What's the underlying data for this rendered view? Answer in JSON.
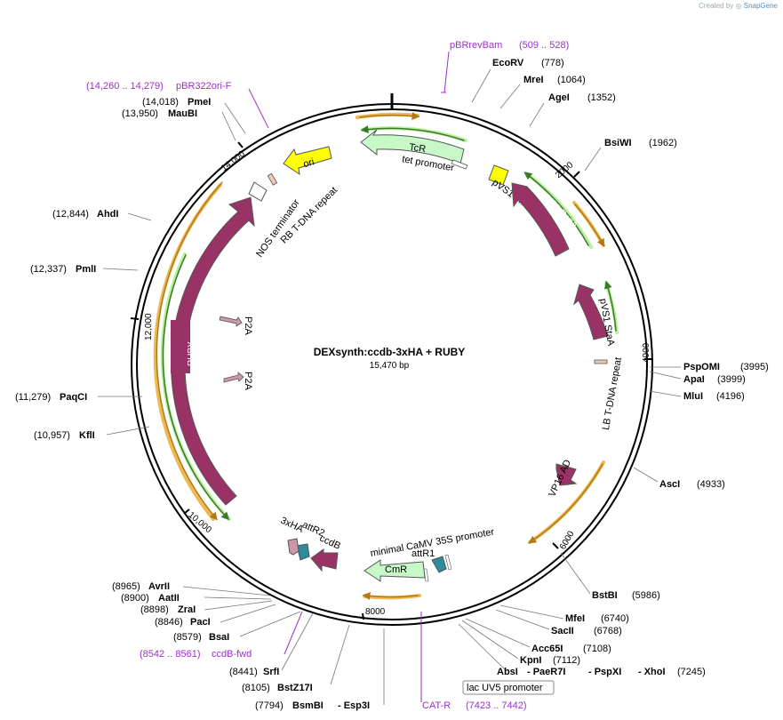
{
  "credit": {
    "prefix": "Created by",
    "brand": "SnapGene"
  },
  "plasmid": {
    "name": "DEXsynth:ccdb-3xHA + RUBY",
    "size": "15,470 bp"
  },
  "ticks": [
    "2000",
    "4000",
    "6000",
    "8000",
    "10,000",
    "12,000",
    "14,000"
  ],
  "sites": [
    {
      "name": "EcoRV",
      "pos": "(778)"
    },
    {
      "name": "MreI",
      "pos": "(1064)"
    },
    {
      "name": "AgeI",
      "pos": "(1352)"
    },
    {
      "name": "BsiWI",
      "pos": "(1962)"
    },
    {
      "name": "PspOMI",
      "pos": "(3995)"
    },
    {
      "name": "ApaI",
      "pos": "(3999)"
    },
    {
      "name": "MluI",
      "pos": "(4196)"
    },
    {
      "name": "AscI",
      "pos": "(4933)"
    },
    {
      "name": "BstBI",
      "pos": "(5986)"
    },
    {
      "name": "MfeI",
      "pos": "(6740)"
    },
    {
      "name": "SacII",
      "pos": "(6768)"
    },
    {
      "name": "Acc65I",
      "pos": "(7108)"
    },
    {
      "name": "KpnI",
      "pos": "(7112)"
    },
    {
      "name": "AbsI",
      "pos": ""
    },
    {
      "name": "- PaeR7I",
      "pos": ""
    },
    {
      "name": "- PspXI",
      "pos": ""
    },
    {
      "name": "- XhoI",
      "pos": "(7245)"
    },
    {
      "name": "BsmBI",
      "pos": "(7794)"
    },
    {
      "name": "- Esp3I",
      "pos": ""
    },
    {
      "name": "BstZ17I",
      "pos": "(8105)"
    },
    {
      "name": "SrfI",
      "pos": "(8441)"
    },
    {
      "name": "BsaI",
      "pos": "(8579)"
    },
    {
      "name": "PacI",
      "pos": "(8846)"
    },
    {
      "name": "ZraI",
      "pos": "(8898)"
    },
    {
      "name": "AatII",
      "pos": "(8900)"
    },
    {
      "name": "AvrII",
      "pos": "(8965)"
    },
    {
      "name": "KflI",
      "pos": "(10,957)"
    },
    {
      "name": "PaqCI",
      "pos": "(11,279)"
    },
    {
      "name": "PmlI",
      "pos": "(12,337)"
    },
    {
      "name": "AhdI",
      "pos": "(12,844)"
    },
    {
      "name": "MauBI",
      "pos": "(13,950)"
    },
    {
      "name": "PmeI",
      "pos": "(14,018)"
    }
  ],
  "primers": [
    {
      "name": "pBRrevBam",
      "range": "(509 .. 528)"
    },
    {
      "name": "pBR322ori-F",
      "range": "(14,260 .. 14,279)"
    },
    {
      "name": "ccdB-fwd",
      "range": "(8542 .. 8561)"
    },
    {
      "name": "CAT-R",
      "range": "(7423 .. 7442)"
    }
  ],
  "features": [
    {
      "name": "TcR",
      "color": "#c8f7c8"
    },
    {
      "name": "tet promoter",
      "color": "#ffffff"
    },
    {
      "name": "ori",
      "color": "#ffff00"
    },
    {
      "name": "pVS1 oriV",
      "color": "#ffff00"
    },
    {
      "name": "pVS1 RepA",
      "color": "#993366"
    },
    {
      "name": "pVS1 StaA",
      "color": "#993366"
    },
    {
      "name": "NOS terminator",
      "color": "#ffffff"
    },
    {
      "name": "RB T-DNA repeat",
      "color": "#f0c8b0"
    },
    {
      "name": "LB T-DNA repeat",
      "color": "#f0c8b0"
    },
    {
      "name": "RUBY",
      "color": "#993366"
    },
    {
      "name": "P2A",
      "color": "#cc99aa"
    },
    {
      "name": "P2A",
      "color": "#cc99aa"
    },
    {
      "name": "VP16 AD",
      "color": "#993366"
    },
    {
      "name": "minimal CaMV 35S promoter",
      "color": "#ffffff"
    },
    {
      "name": "attR1",
      "color": "#2e8b9a"
    },
    {
      "name": "attR2",
      "color": "#2e8b9a"
    },
    {
      "name": "3xHA",
      "color": "#cc99aa"
    },
    {
      "name": "ccdB",
      "color": "#993366"
    },
    {
      "name": "CmR",
      "color": "#c8f7c8"
    },
    {
      "name": "lac UV5 promoter",
      "color": "#ffffff"
    }
  ]
}
